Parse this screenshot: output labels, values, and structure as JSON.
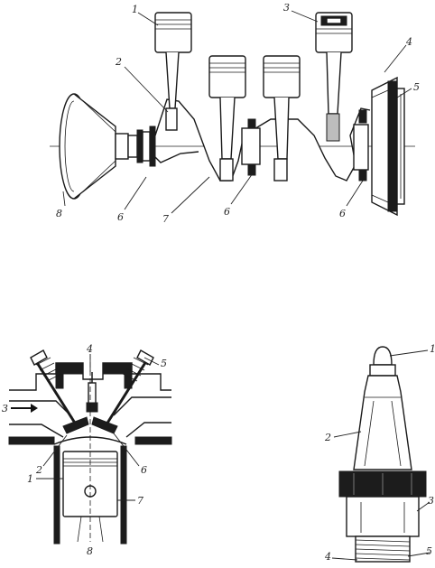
{
  "crankshaft": {
    "callouts": {
      "c1": "1",
      "c2": "2",
      "c3": "3",
      "c4": "4",
      "c5": "5",
      "c6a": "6",
      "c6b": "6",
      "c6c": "6",
      "c7": "7",
      "c8": "8"
    }
  },
  "engine_head": {
    "callouts": {
      "c1": "1",
      "c2": "2",
      "c3": "3",
      "c4": "4",
      "c5": "5",
      "c6": "6",
      "c7": "7",
      "c8": "8"
    }
  },
  "spark_plug": {
    "callouts": {
      "c1": "1",
      "c2": "2",
      "c3": "3",
      "c4": "4",
      "c5": "5"
    }
  }
}
